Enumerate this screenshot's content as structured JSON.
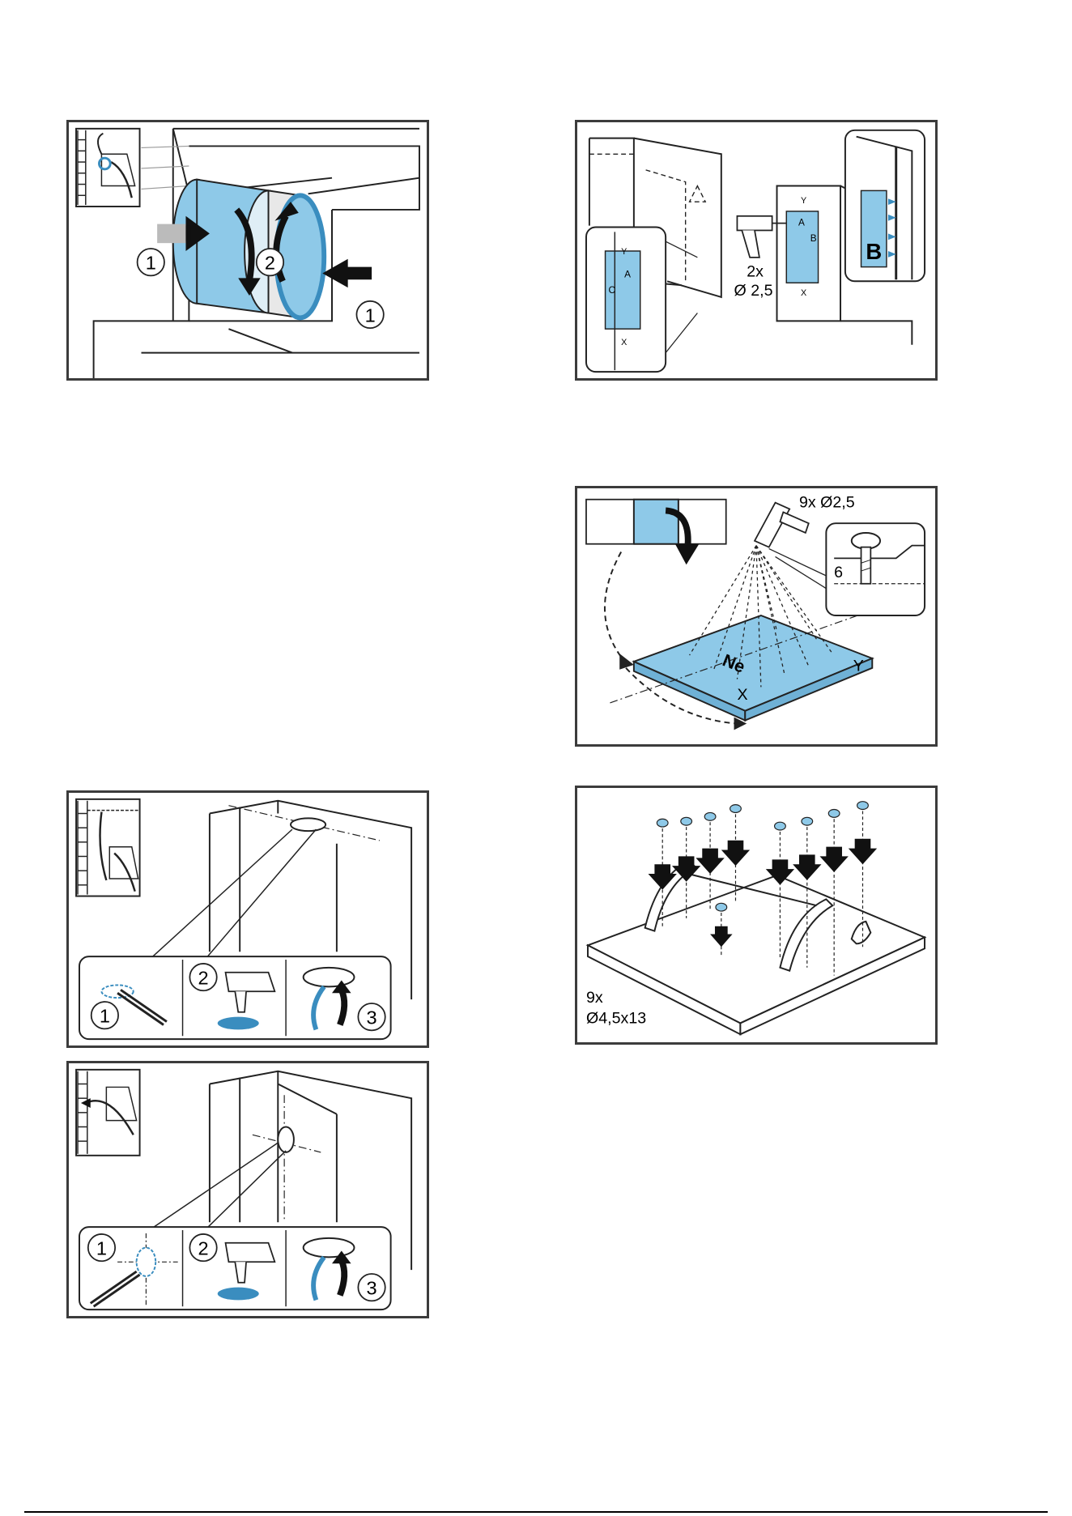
{
  "colors": {
    "accent_blue": "#8ec9e8",
    "dark_blue": "#3a8dbf",
    "frame": "#3c3c3c",
    "line": "#222222"
  },
  "panel1": {
    "step1_a": "1",
    "step2": "2",
    "step1_b": "1"
  },
  "panel2": {
    "letter_y": "Y",
    "letter_a": "A",
    "letter_b": "B",
    "letter_c": "C",
    "letter_x": "X",
    "inset_letter_b": "B",
    "drill_count": "2x",
    "drill_size": "Ø 2,5"
  },
  "panel3": {
    "drill_label": "9x Ø2,5",
    "depth": "6",
    "letter_y": "Y",
    "letter_x": "X",
    "logo_text": "Ne"
  },
  "panel4": {
    "screw_count": "9x",
    "screw_size": "Ø4,5x13"
  },
  "panel5": {
    "step1": "1",
    "step2": "2",
    "step3": "3"
  },
  "panel6": {
    "step1": "1",
    "step2": "2",
    "step3": "3"
  }
}
